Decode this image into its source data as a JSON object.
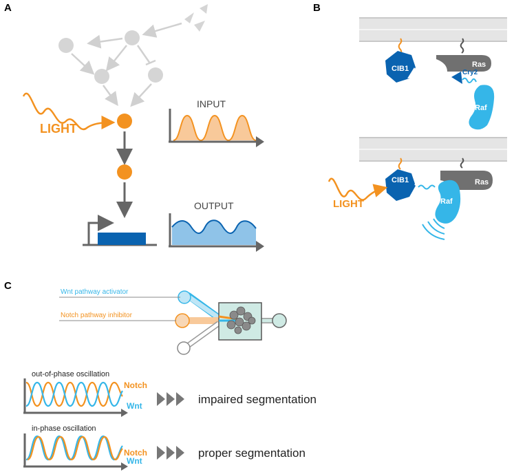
{
  "panels": {
    "a": {
      "letter": "A",
      "light_label": "LIGHT",
      "input_label": "INPUT",
      "output_label": "OUTPUT"
    },
    "b": {
      "letter": "B",
      "cib1": "CIB1",
      "ras": "Ras",
      "cry2": "Cry2",
      "raf": "Raf",
      "light_label": "LIGHT"
    },
    "c": {
      "letter": "C",
      "wnt_activator": "Wnt pathway activator",
      "notch_inhibitor": "Notch pathway inhibitor",
      "out_of_phase_title": "out-of-phase oscillation",
      "in_phase_title": "in-phase oscillation",
      "notch": "Notch",
      "wnt": "Wnt",
      "impaired": "impaired segmentation",
      "proper": "proper segmentation"
    }
  },
  "colors": {
    "orange": "#f39220",
    "light_orange": "#f8c99a",
    "dark_blue": "#0a63b0",
    "cyan": "#35b6e8",
    "light_cyan": "#8fd3f2",
    "gray": "#6b6b6b",
    "light_gray": "#d5d5d5"
  }
}
